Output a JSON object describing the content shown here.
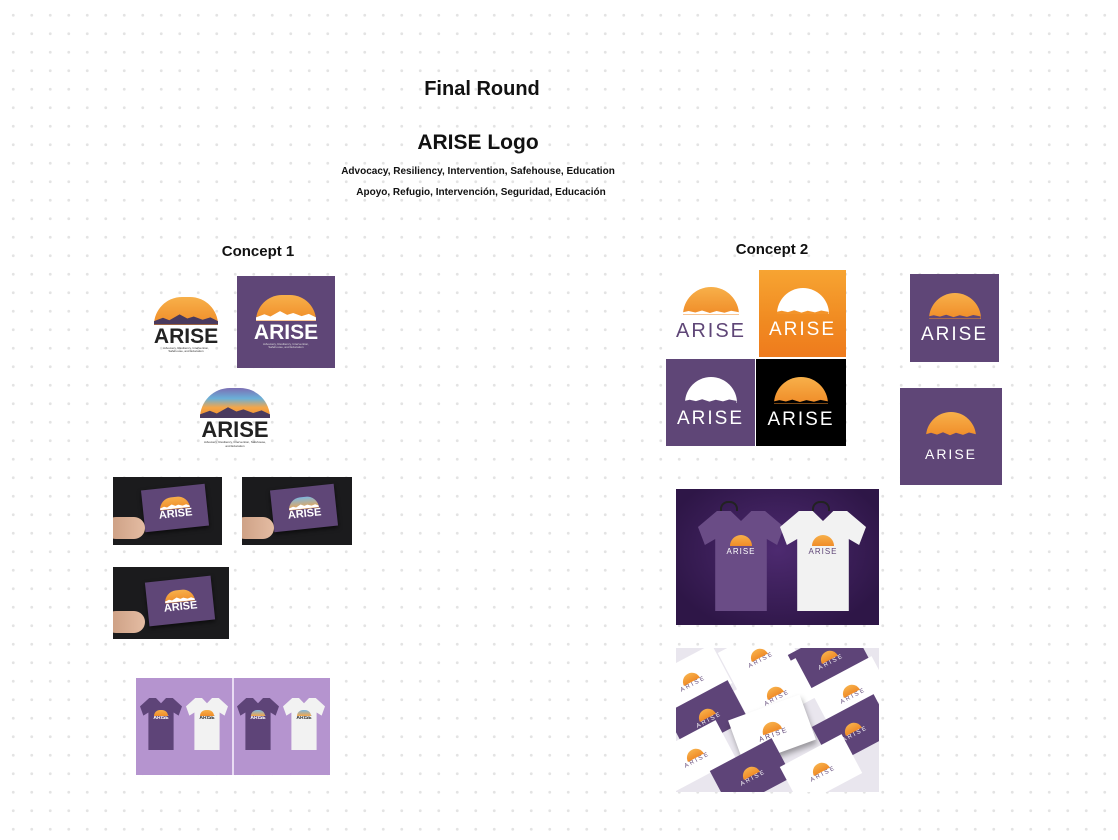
{
  "header": {
    "title": "Final Round",
    "logo_title": "ARISE Logo",
    "tagline_en": "Advocacy, Resiliency, Intervention, Safehouse, Education",
    "tagline_es": "Apoyo, Refugio, Intervención, Seguridad, Educación"
  },
  "concepts": {
    "concept1_label": "Concept 1",
    "concept2_label": "Concept 2"
  },
  "brand": {
    "wordmark": "ARISE",
    "micro_tagline": "Advocacy, Resiliency, Intervention, Safehouse, and Education"
  },
  "colors": {
    "purple": "#5f4677",
    "orange": "#f08c28",
    "lilac": "#b594cf",
    "black": "#000000"
  }
}
